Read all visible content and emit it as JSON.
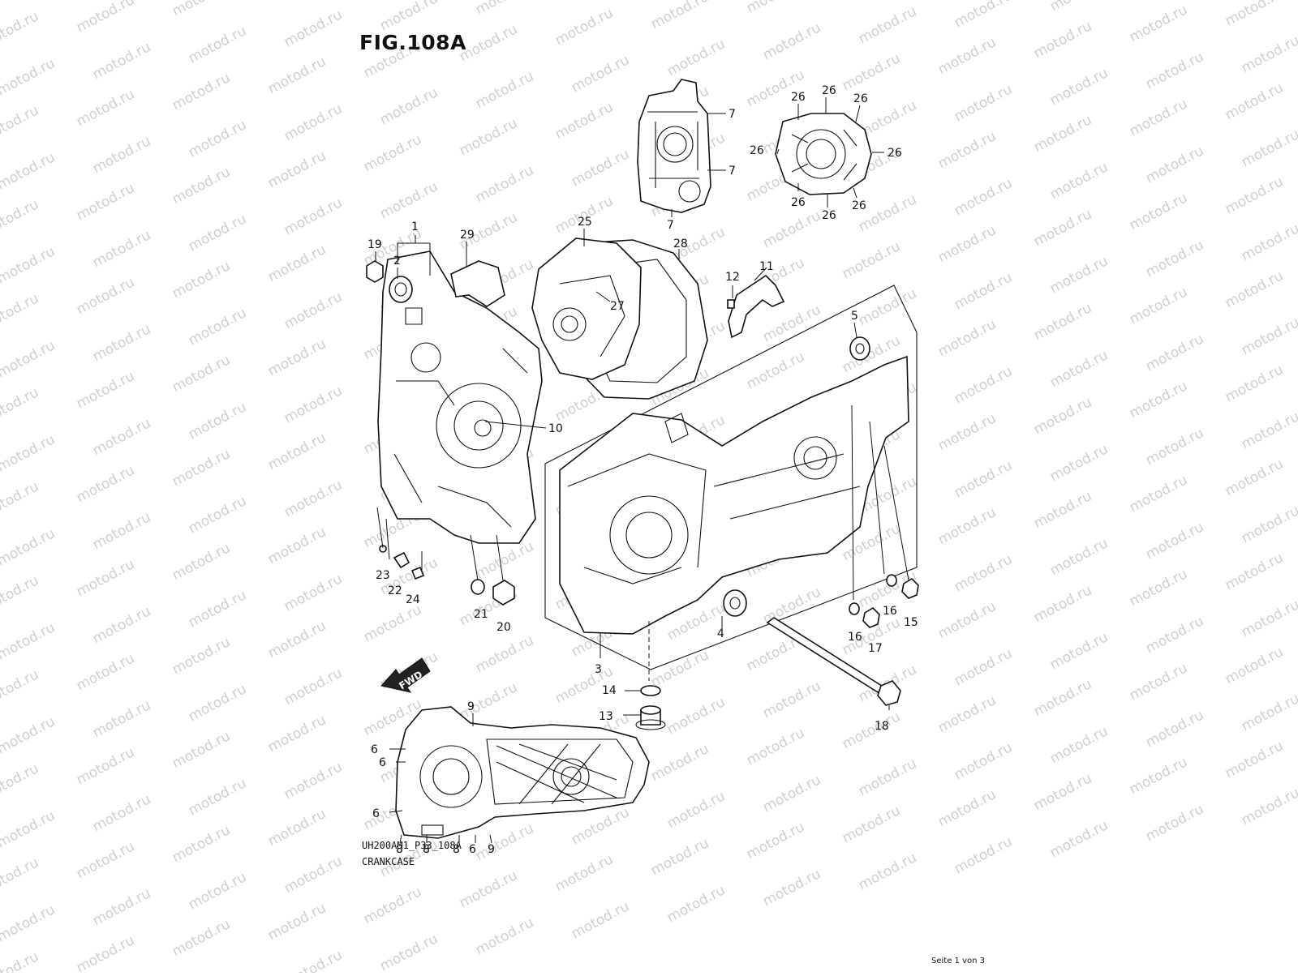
{
  "figure": {
    "title": "FIG.108A",
    "code": "UH200AM1_P33_108A",
    "name": "CRANKCASE",
    "page": "Seite 1 von 3",
    "watermark": "motod.ru",
    "fwd_label": "FWD"
  },
  "callouts": [
    {
      "id": "c1",
      "text": "1"
    },
    {
      "id": "c2",
      "text": "2"
    },
    {
      "id": "c3",
      "text": "3"
    },
    {
      "id": "c4",
      "text": "4"
    },
    {
      "id": "c5",
      "text": "5"
    },
    {
      "id": "c6a",
      "text": "6"
    },
    {
      "id": "c6b",
      "text": "6"
    },
    {
      "id": "c6c",
      "text": "6"
    },
    {
      "id": "c6d",
      "text": "6"
    },
    {
      "id": "c7a",
      "text": "7"
    },
    {
      "id": "c7b",
      "text": "7"
    },
    {
      "id": "c7c",
      "text": "7"
    },
    {
      "id": "c8a",
      "text": "8"
    },
    {
      "id": "c8b",
      "text": "8"
    },
    {
      "id": "c8c",
      "text": "8"
    },
    {
      "id": "c9a",
      "text": "9"
    },
    {
      "id": "c9b",
      "text": "9"
    },
    {
      "id": "c10",
      "text": "10"
    },
    {
      "id": "c11",
      "text": "11"
    },
    {
      "id": "c12",
      "text": "12"
    },
    {
      "id": "c13",
      "text": "13"
    },
    {
      "id": "c14",
      "text": "14"
    },
    {
      "id": "c15",
      "text": "15"
    },
    {
      "id": "c16a",
      "text": "16"
    },
    {
      "id": "c16b",
      "text": "16"
    },
    {
      "id": "c17",
      "text": "17"
    },
    {
      "id": "c18",
      "text": "18"
    },
    {
      "id": "c19",
      "text": "19"
    },
    {
      "id": "c20",
      "text": "20"
    },
    {
      "id": "c21",
      "text": "21"
    },
    {
      "id": "c22",
      "text": "22"
    },
    {
      "id": "c23",
      "text": "23"
    },
    {
      "id": "c24",
      "text": "24"
    },
    {
      "id": "c25",
      "text": "25"
    },
    {
      "id": "c26a",
      "text": "26"
    },
    {
      "id": "c26b",
      "text": "26"
    },
    {
      "id": "c26c",
      "text": "26"
    },
    {
      "id": "c26d",
      "text": "26"
    },
    {
      "id": "c26e",
      "text": "26"
    },
    {
      "id": "c26f",
      "text": "26"
    },
    {
      "id": "c26g",
      "text": "26"
    },
    {
      "id": "c26h",
      "text": "26"
    },
    {
      "id": "c27",
      "text": "27"
    },
    {
      "id": "c28",
      "text": "28"
    },
    {
      "id": "c29",
      "text": "29"
    }
  ]
}
